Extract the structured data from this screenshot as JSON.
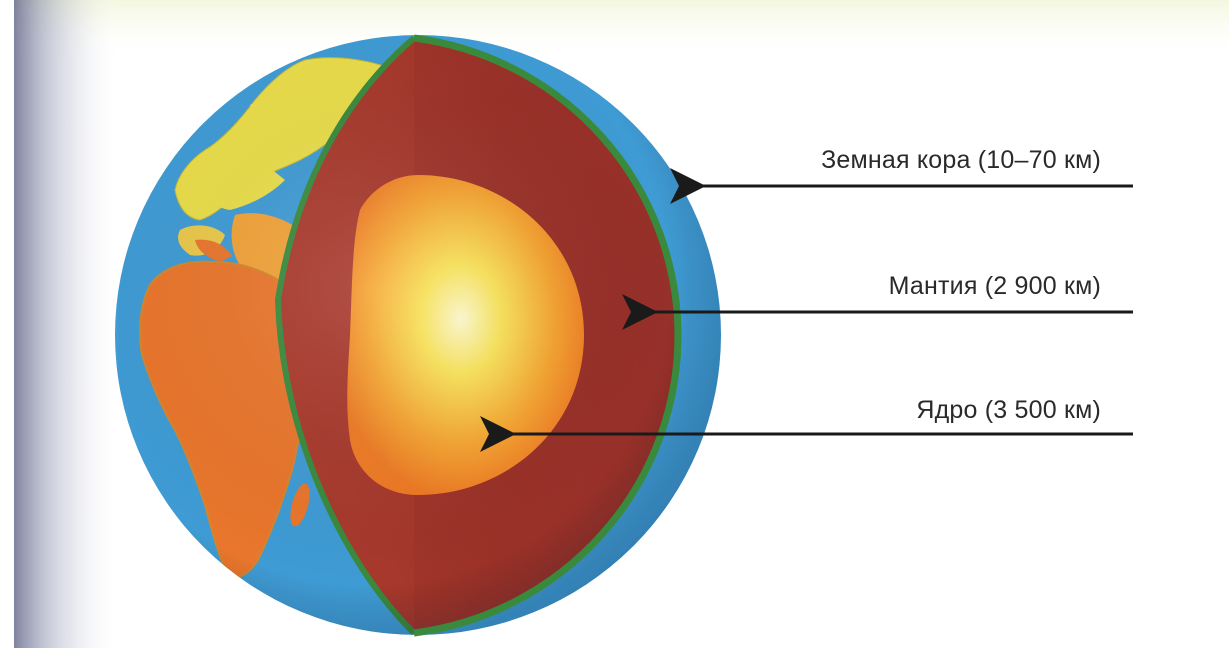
{
  "layers": [
    {
      "id": "crust",
      "label": "Земная кора (10–70 км)"
    },
    {
      "id": "mantle",
      "label": "Мантия  (2 900 км)"
    },
    {
      "id": "core",
      "label": "Ядро (3 500 км)"
    }
  ],
  "colors": {
    "ocean": "#3f9bd4",
    "land_north": "#e9dd4a",
    "land_south": "#e9762c",
    "crust": "#3a8a3e",
    "mantle": "#9a3128",
    "core_center": "#fff7b0",
    "core_edge": "#f07a22",
    "arrow": "#1a1a1a",
    "page_shadow": "#52567a"
  }
}
